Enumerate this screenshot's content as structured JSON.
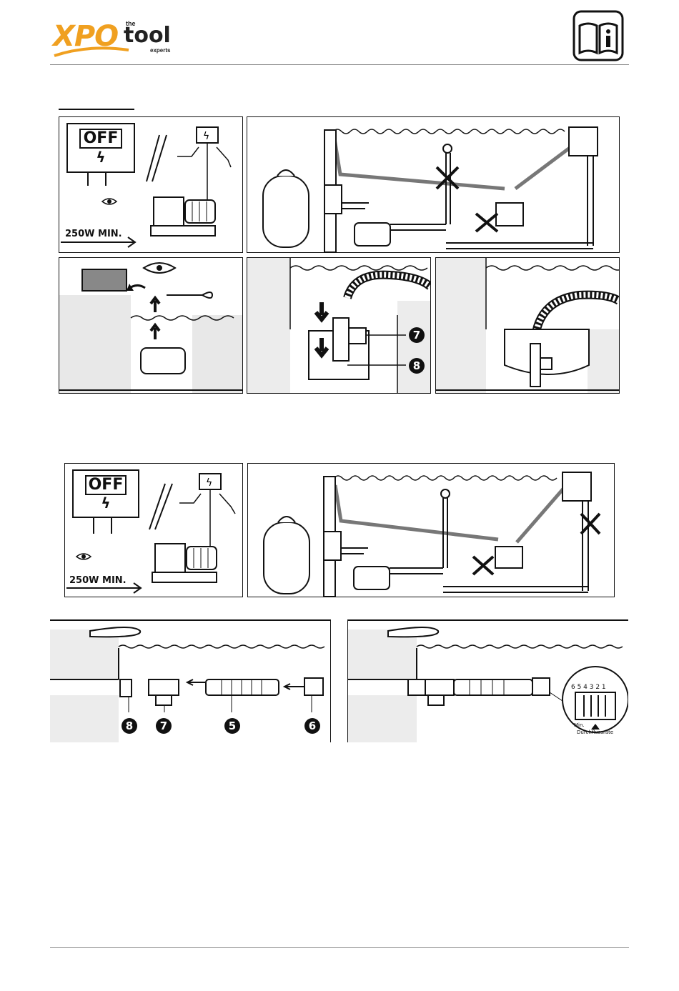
{
  "header": {
    "logo_mark": "XPO",
    "logo_the": "the",
    "logo_tool": "tool",
    "logo_experts": "experts",
    "icon": "manual-info-icon"
  },
  "panels": {
    "off_label": "OFF",
    "min_power": "250W MIN.",
    "badges": {
      "n7": "7",
      "n8": "8",
      "n5": "5",
      "n6": "6"
    },
    "gauge_scale": "6 5 4 3 2 1",
    "gauge_min": "Min.",
    "gauge_caption": "Durchflussrate"
  }
}
